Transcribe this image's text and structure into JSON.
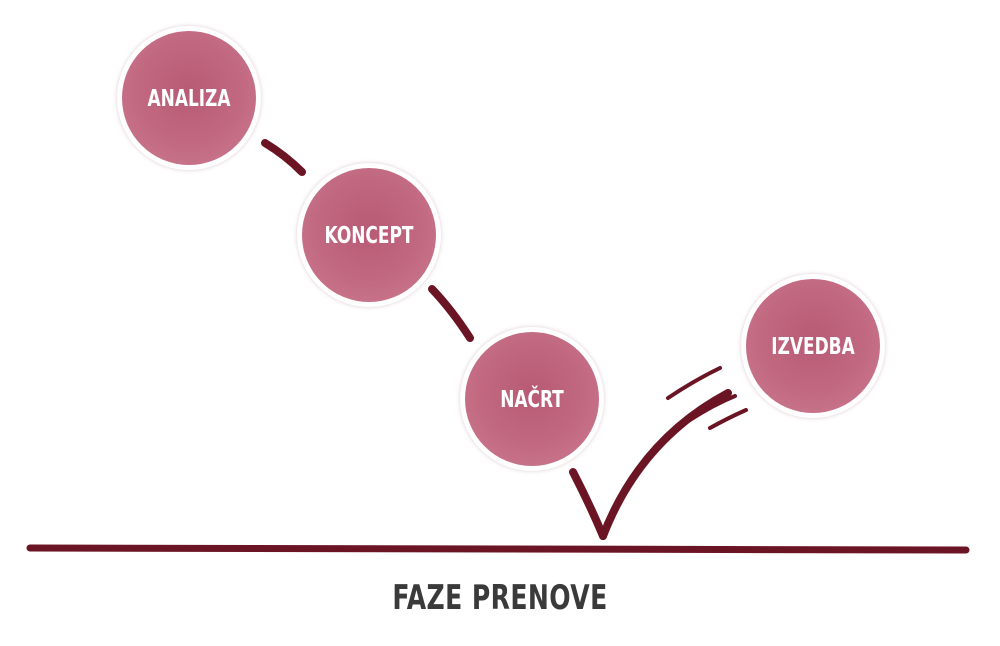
{
  "diagram": {
    "caption": "FAZE PRENOVE",
    "stages": [
      {
        "id": "analiza",
        "label": "ANALIZA"
      },
      {
        "id": "koncept",
        "label": "KONCEPT"
      },
      {
        "id": "nacrt",
        "label": "NAČRT"
      },
      {
        "id": "izvedba",
        "label": "IZVEDBA"
      }
    ],
    "colors": {
      "circle_fill": "#c26a82",
      "circle_ring": "#f4eef0",
      "line": "#6b1424",
      "caption": "#3a3a3a",
      "label": "#ffffff"
    }
  }
}
